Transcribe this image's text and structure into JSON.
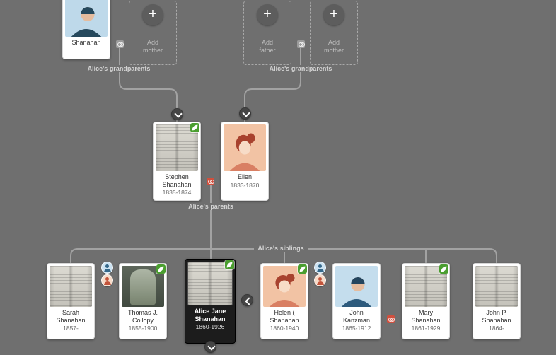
{
  "canvas": {
    "bg": "#6f6f6f",
    "line_color": "#a2a2a2",
    "accent_red": "#d14f3d",
    "hint_green": "#4a9e2f",
    "selected_card_bg": "#1c1c1c"
  },
  "top": {
    "left_group": {
      "label": "Alice's grandparents",
      "grandfather": {
        "name": "Shanahan",
        "thumb": "portrait-male"
      },
      "add_mother_label": "Add mother"
    },
    "right_group": {
      "label": "Alice's grandparents",
      "add_father_label": "Add father",
      "add_mother_label": "Add mother"
    }
  },
  "parents": {
    "label": "Alice's parents",
    "father": {
      "name": "Stephen Shanahan",
      "dates": "1835-1874",
      "thumb": "document",
      "has_hint": true
    },
    "mother": {
      "name": "Ellen",
      "dates": "1833-1870",
      "thumb": "portrait-female",
      "has_hint": false
    }
  },
  "siblings": {
    "label": "Alice's siblings",
    "people": [
      {
        "name": "Sarah Shanahan",
        "dates": "1857-",
        "thumb": "document",
        "has_hint": false,
        "selected": false
      },
      {
        "name": "Thomas J. Collopy",
        "dates": "1855-1900",
        "thumb": "gravestone",
        "has_hint": true,
        "selected": false
      },
      {
        "name": "Alice Jane Shanahan",
        "dates": "1860-1926",
        "thumb": "document",
        "has_hint": true,
        "selected": true
      },
      {
        "name": "Helen ( Shanahan",
        "dates": "1860-1940",
        "thumb": "portrait-female",
        "has_hint": true,
        "selected": false
      },
      {
        "name": "John Kanzman",
        "dates": "1865-1912",
        "thumb": "portrait-male",
        "has_hint": false,
        "selected": false
      },
      {
        "name": "Mary Shanahan",
        "dates": "1861-1929",
        "thumb": "document",
        "has_hint": true,
        "selected": false
      },
      {
        "name": "John P. Shanahan",
        "dates": "1864-",
        "thumb": "document",
        "has_hint": false,
        "selected": false
      }
    ]
  },
  "controls": {
    "plus": "+"
  }
}
